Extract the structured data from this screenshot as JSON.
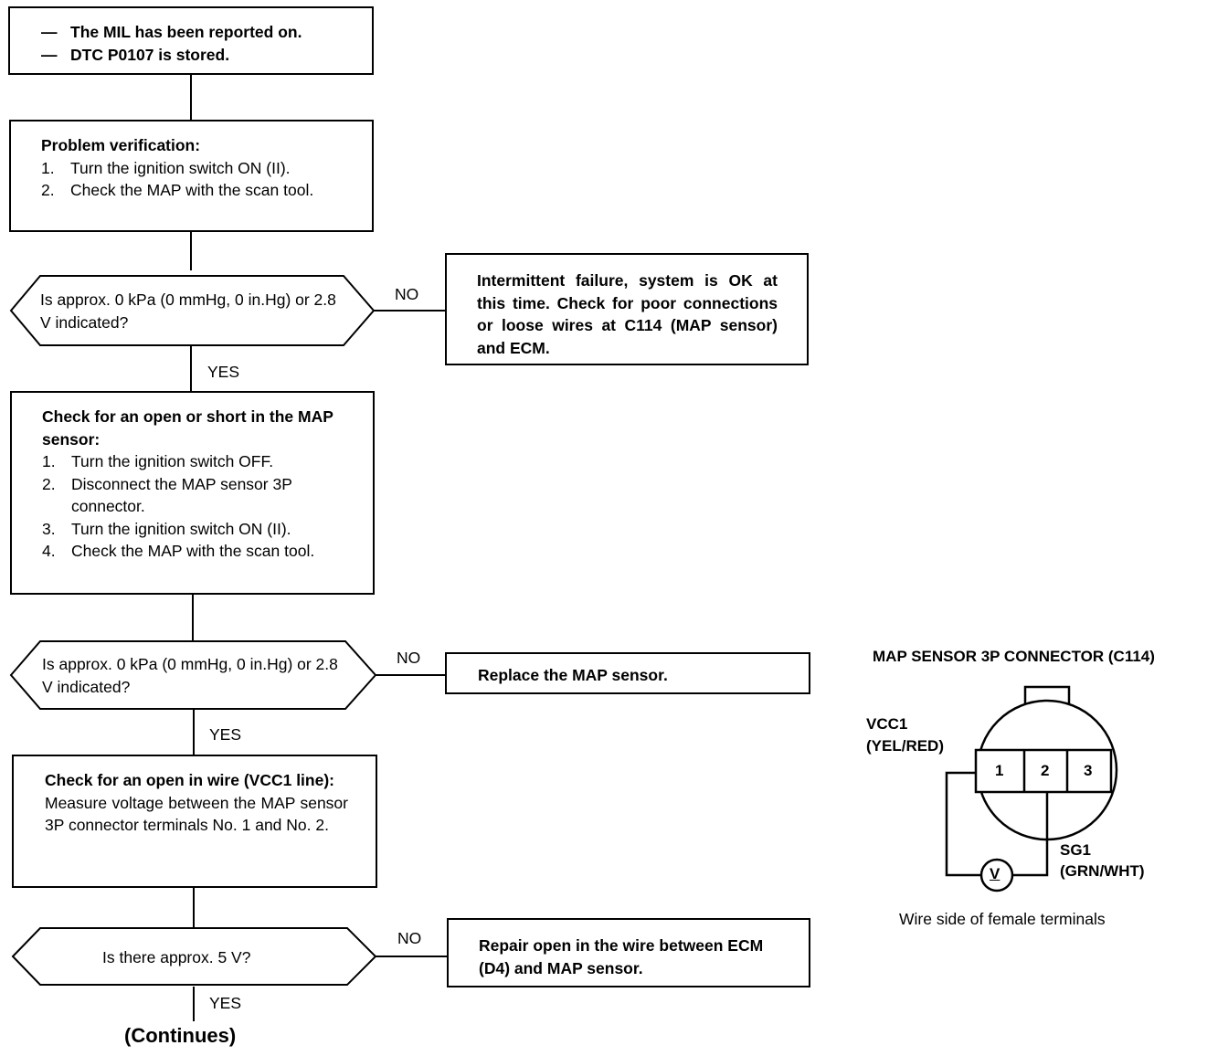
{
  "start_box": {
    "items": [
      "The MIL has been reported on.",
      "DTC P0107 is stored."
    ],
    "bullet": "—"
  },
  "verify_box": {
    "title": "Problem verification:",
    "steps": [
      {
        "num": "1.",
        "text": "Turn the ignition switch ON (II)."
      },
      {
        "num": "2.",
        "text": "Check the MAP with the scan tool."
      }
    ]
  },
  "decision1": {
    "question": "Is approx. 0 kPa (0 mmHg, 0 in.Hg) or 2.8 V indicated?",
    "no_label": "NO",
    "yes_label": "YES"
  },
  "intermittent_box": {
    "text": "Intermittent failure, system is OK at this time. Check for poor connections or loose wires at C114 (MAP sensor) and ECM."
  },
  "check_sensor_box": {
    "title": "Check for an open or short in the MAP sensor:",
    "steps": [
      {
        "num": "1.",
        "text": "Turn the ignition switch OFF."
      },
      {
        "num": "2.",
        "text": "Disconnect the MAP sensor 3P connector."
      },
      {
        "num": "3.",
        "text": "Turn the ignition switch ON (II)."
      },
      {
        "num": "4.",
        "text": "Check the MAP with the scan tool."
      }
    ]
  },
  "decision2": {
    "question": "Is approx. 0 kPa (0 mmHg, 0 in.Hg) or 2.8 V indicated?",
    "no_label": "NO",
    "yes_label": "YES"
  },
  "replace_box": {
    "text": "Replace the MAP sensor."
  },
  "check_wire_box": {
    "title": "Check for an open in wire (VCC1 line):",
    "text": "Measure voltage between the MAP sensor 3P connector terminals No. 1 and No. 2."
  },
  "decision3": {
    "question": "Is there approx. 5 V?",
    "no_label": "NO",
    "yes_label": "YES"
  },
  "repair_box": {
    "text": "Repair open in the wire between ECM (D4) and MAP sensor."
  },
  "continues": "(Continues)",
  "connector": {
    "title": "MAP SENSOR 3P CONNECTOR (C114)",
    "vcc_label": "VCC1",
    "vcc_color": "(YEL/RED)",
    "sg_label": "SG1",
    "sg_color": "(GRN/WHT)",
    "terminals": [
      "1",
      "2",
      "3"
    ],
    "meter": "V",
    "caption": "Wire side of female terminals"
  }
}
